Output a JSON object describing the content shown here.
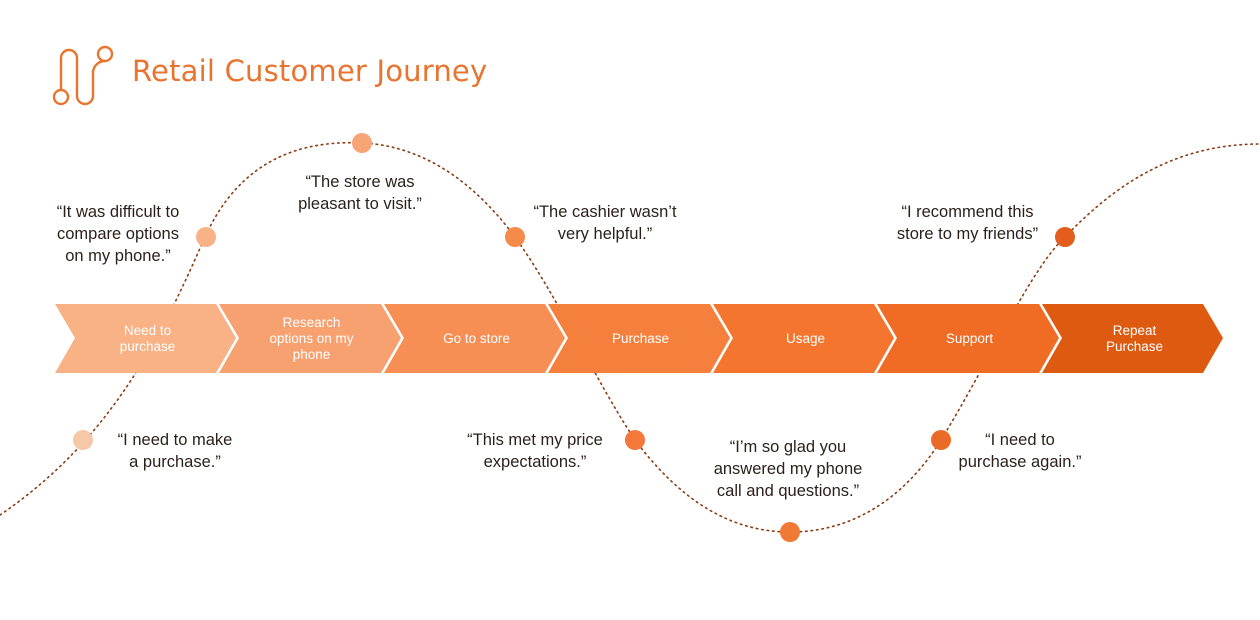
{
  "title": "Retail Customer Journey",
  "colors": {
    "accent": "#e8742f",
    "curve": "#8a3b12",
    "steps": [
      "#f9b186",
      "#f8a170",
      "#f78f55",
      "#f57f3c",
      "#f4752d",
      "#f06b24",
      "#dd5a10"
    ],
    "dots": [
      "#f6c7a8",
      "#f9b186",
      "#f7a577",
      "#f58a4b",
      "#f2793a",
      "#f07a35",
      "#ea6a28",
      "#e35d1c"
    ]
  },
  "icons": [
    "logo-icon"
  ],
  "steps": [
    {
      "label": "Need to\npurchase"
    },
    {
      "label": "Research\noptions on my\nphone"
    },
    {
      "label": "Go to store"
    },
    {
      "label": "Purchase"
    },
    {
      "label": "Usage"
    },
    {
      "label": "Support"
    },
    {
      "label": "Repeat\nPurchase"
    }
  ],
  "quotes": [
    {
      "text": "“I need to make\na purchase.”"
    },
    {
      "text": "“It was difficult to\ncompare options\non my phone.”"
    },
    {
      "text": "“The store was\npleasant to visit.”"
    },
    {
      "text": "“The cashier wasn’t\nvery helpful.”"
    },
    {
      "text": "“This met my price\nexpectations.”"
    },
    {
      "text": "“I’m so glad you\nanswered my phone\ncall and questions.”"
    },
    {
      "text": "“I need to\npurchase again.”"
    },
    {
      "text": "“I recommend this\nstore to my friends”"
    }
  ]
}
